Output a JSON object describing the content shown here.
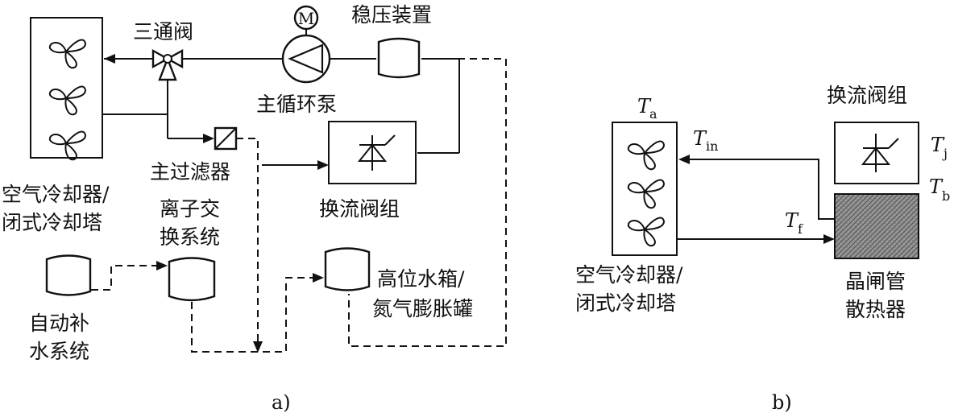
{
  "diagram_a": {
    "caption": "a)",
    "cooler_label_line1": "空气冷却器/",
    "cooler_label_line2": "闭式冷却塔",
    "three_way_valve": "三通阀",
    "motor_symbol": "M",
    "main_pump": "主循环泵",
    "stabilizer": "稳压装置",
    "main_filter": "主过滤器",
    "valve_group": "换流阀组",
    "ion_exchange_line1": "离子交",
    "ion_exchange_line2": "换系统",
    "auto_makeup_line1": "自动补",
    "auto_makeup_line2": "水系统",
    "tank_line1": "高位水箱/",
    "tank_line2": "氮气膨胀罐"
  },
  "diagram_b": {
    "caption": "b)",
    "cooler_label_line1": "空气冷却器/",
    "cooler_label_line2": "闭式冷却塔",
    "valve_group": "换流阀组",
    "heatsink_line1": "晶闸管",
    "heatsink_line2": "散热器",
    "t_a": "T",
    "t_a_sub": "a",
    "t_in": "T",
    "t_in_sub": "in",
    "t_j": "T",
    "t_j_sub": "j",
    "t_b": "T",
    "t_b_sub": "b",
    "t_f": "T",
    "t_f_sub": "f"
  }
}
